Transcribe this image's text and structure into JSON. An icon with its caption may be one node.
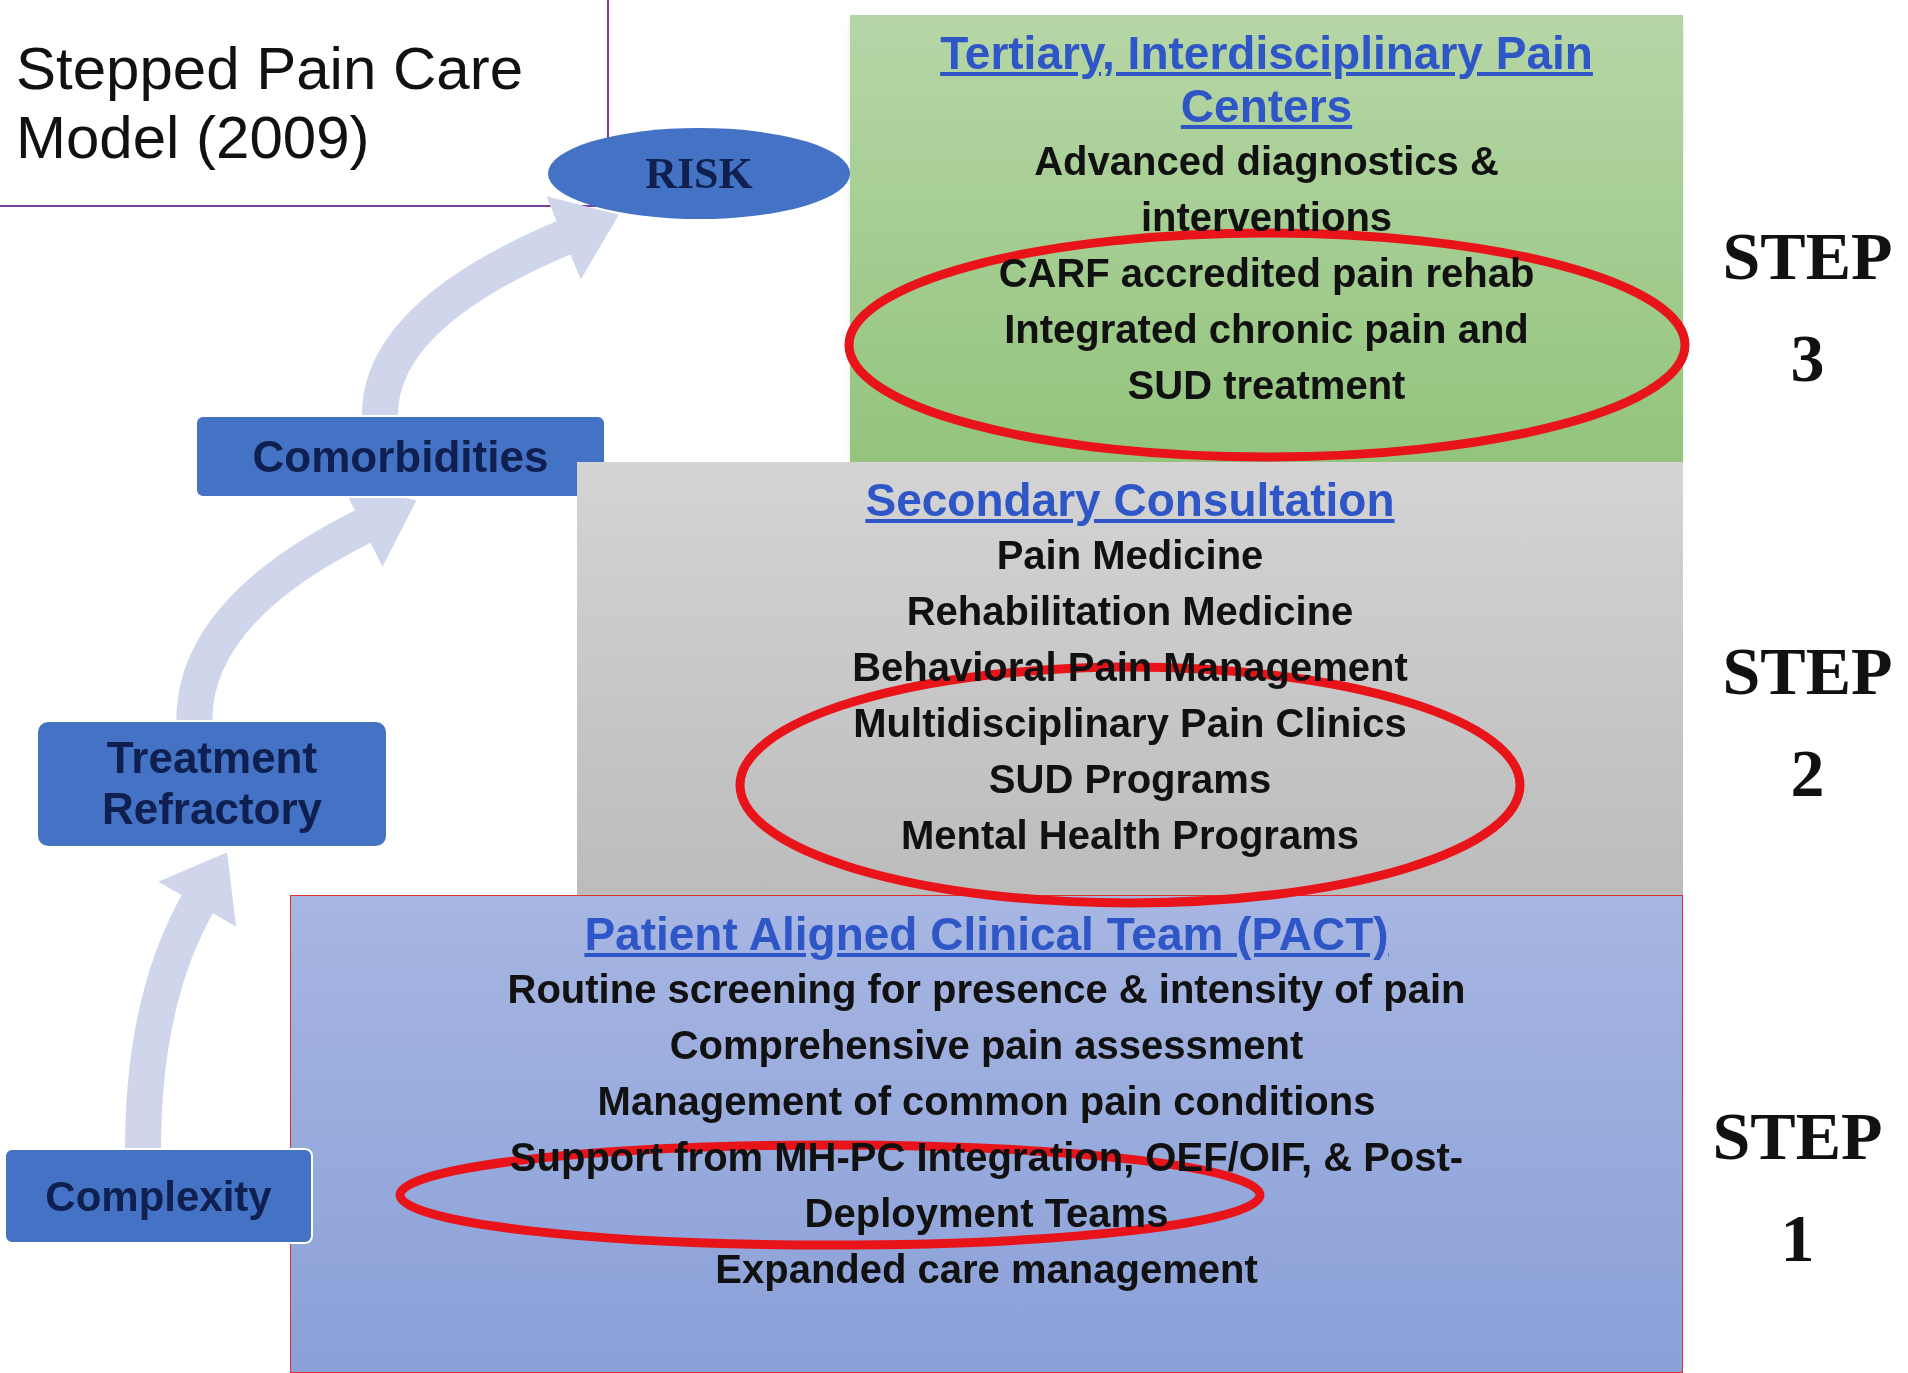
{
  "diagram": {
    "title": "Stepped Pain Care Model (2009)",
    "nodes": [
      {
        "text": [
          "RISK"
        ]
      },
      {
        "text": [
          "Tertiary, Interdisciplinary Pain Centers",
          "Advanced diagnostics & interventions",
          "CARF accredited pain rehab",
          "Integrated chronic pain and SUD treatment"
        ],
        "beside": [
          "STEP 3"
        ]
      },
      {
        "text": [
          "Comorbidities"
        ]
      },
      {
        "text": [
          "Secondary Consultation",
          "Pain Medicine",
          "Rehabilitation Medicine",
          "Behavioral Pain Management",
          "Multidisciplinary Pain Clinics",
          "SUD Programs",
          "Mental Health Programs"
        ],
        "beside": [
          "STEP 2"
        ]
      },
      {
        "text": [
          "Treatment Refractory"
        ]
      },
      {
        "text": [
          "Patient Aligned Clinical Team (PACT)",
          "Routine screening for presence & intensity of pain",
          "Comprehensive pain assessment",
          "Management of common pain conditions",
          "Support from MH-PC Integration, OEF/OIF, & Post-Deployment Teams",
          "Expanded care management"
        ],
        "beside": [
          "STEP 1"
        ]
      },
      {
        "text": [
          "Complexity"
        ]
      }
    ],
    "edges": [
      {
        "from": 6,
        "to": 4,
        "arrow": "to"
      },
      {
        "from": 4,
        "to": 2,
        "arrow": "to"
      },
      {
        "from": 2,
        "to": 0,
        "arrow": "to"
      }
    ]
  }
}
